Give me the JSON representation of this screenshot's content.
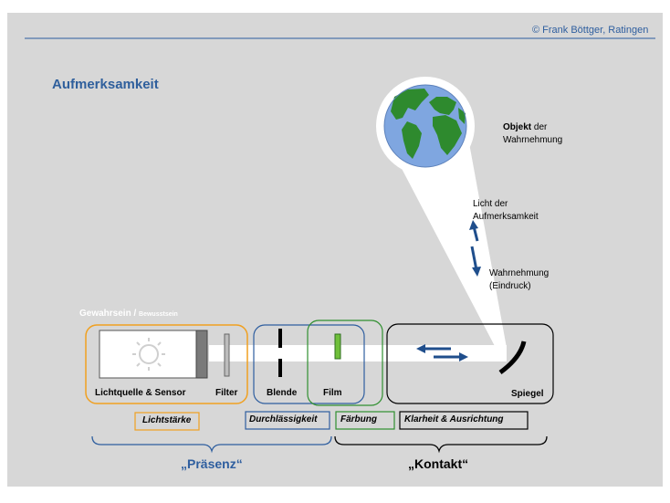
{
  "copyright": "© Frank Böttger, Ratingen",
  "title": "Aufmerksamkeit",
  "labels": {
    "gewahrsein": "Gewahrsein / ",
    "bewusstsein": "Bewusstsein",
    "objekt_bold": "Objekt",
    "objekt_rest": " der",
    "objekt_line2": "Wahrnehmung",
    "licht_line1": "Licht der",
    "licht_line2": "Aufmerksamkeit",
    "wahrnehmung_line1": "Wahrnehmung",
    "wahrnehmung_line2": "(Eindruck)",
    "lichtquelle": "Lichtquelle & Sensor",
    "filter": "Filter",
    "blende": "Blende",
    "film": "Film",
    "spiegel": "Spiegel"
  },
  "qualities": {
    "lichtstaerke": "Lichtstärke",
    "durchlaessigkeit": "Durchlässigkeit",
    "faerbung": "Färbung",
    "klarheit": "Klarheit & Ausrichtung"
  },
  "groups": {
    "praesenz": "„Präsenz“",
    "kontakt": "„Kontakt“"
  },
  "colors": {
    "background": "#d7d7d7",
    "accent_blue": "#2e5e9f",
    "title_blue": "#2f5f9c",
    "orange": "#f0a020",
    "green": "#2f8f2f",
    "arrow_blue": "#1f4e8c",
    "light_beam": "#ffffff"
  }
}
